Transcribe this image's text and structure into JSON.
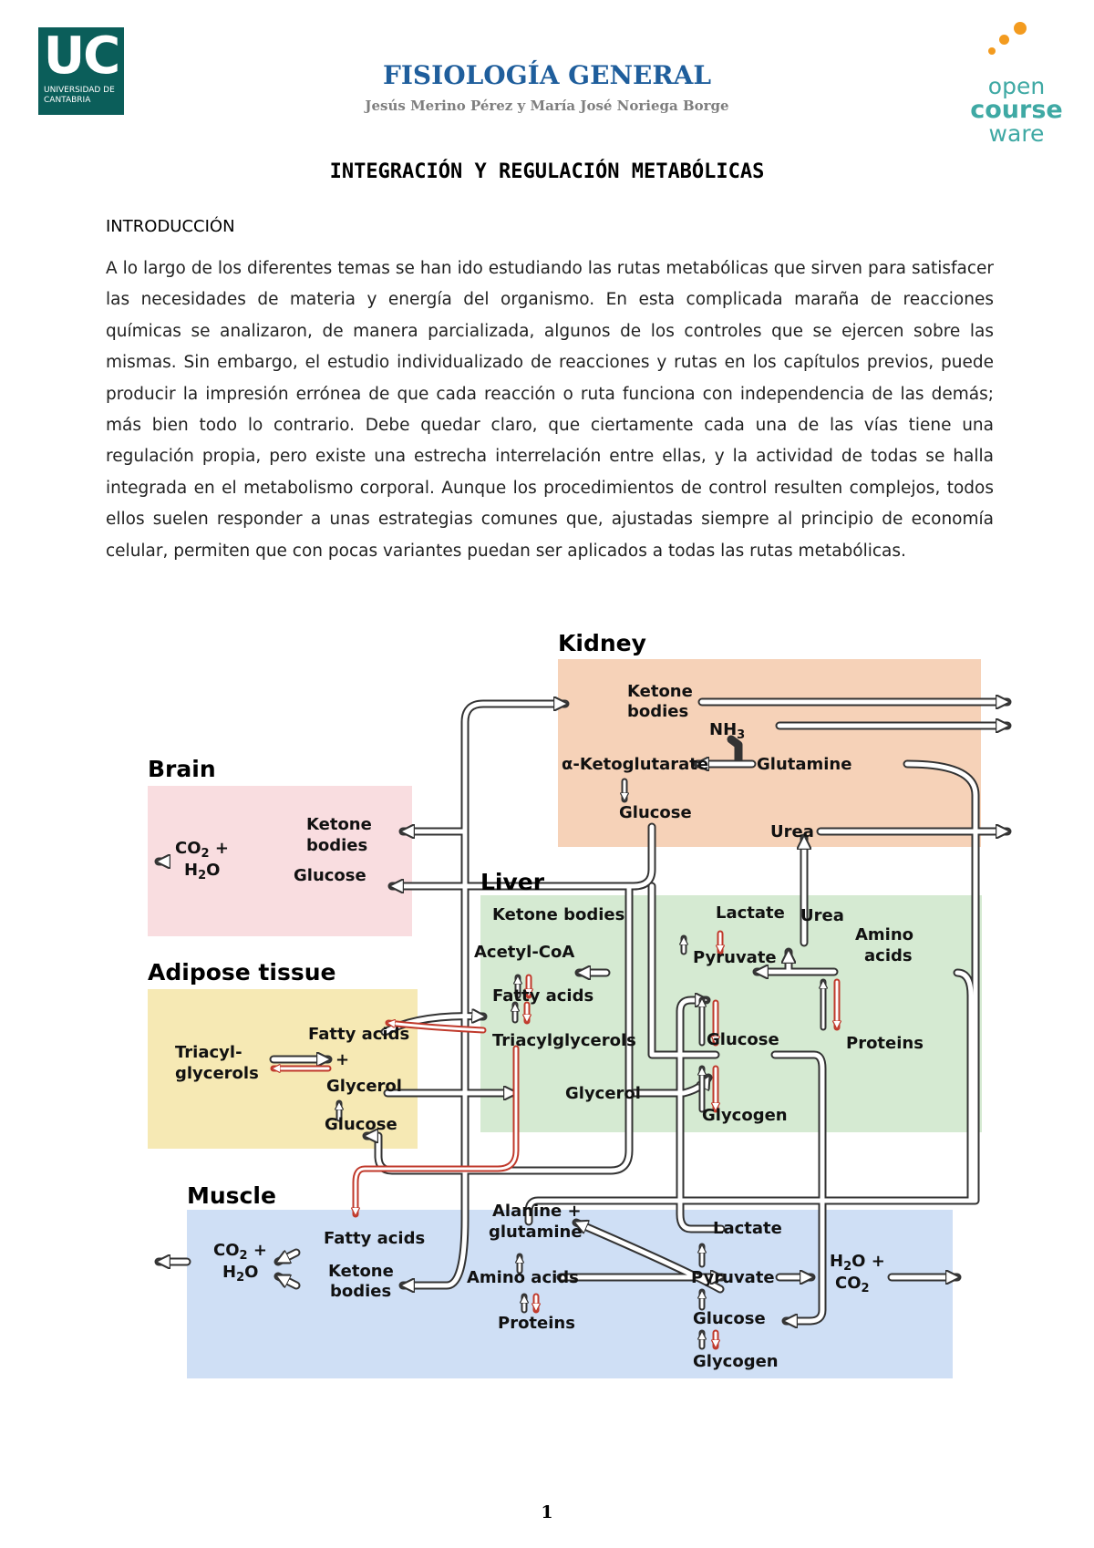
{
  "header": {
    "uc_logo": {
      "mark": "UC",
      "subtitle": "UNIVERSIDAD DE CANTABRIA",
      "color": "#0b5e5a"
    },
    "title": "FISIOLOGÍA GENERAL",
    "authors": "Jesús Merino Pérez y María José Noriega Borge",
    "ocw_logo": {
      "line1": "open",
      "line2": "course",
      "line3": "ware",
      "text_color": "#3fa9a4",
      "dot_color": "#f39b1f"
    },
    "title_color": "#1f5e9c"
  },
  "document": {
    "title": "INTEGRACIÓN Y REGULACIÓN METABÓLICAS",
    "section": "INTRODUCCIÓN",
    "paragraph": "A lo largo de los diferentes temas se han ido estudiando las rutas metabólicas que sirven para satisfacer las necesidades de materia y energía del organismo. En esta complicada maraña de reacciones químicas se analizaron, de manera parcializada, algunos de los controles que se ejercen sobre las mismas. Sin embargo, el estudio individualizado de reacciones y rutas en los capítulos previos, puede producir la impresión errónea de que cada reacción o ruta funciona con independencia de las demás; más bien todo lo contrario. Debe quedar claro, que ciertamente cada una de las vías tiene una regulación propia, pero existe una estrecha interrelación entre ellas, y la actividad de todas se halla integrada en el metabolismo corporal. Aunque los procedimientos de control resulten complejos, todos ellos suelen responder a unas estrategias comunes que, ajustadas siempre al principio de economía celular, permiten que con pocas variantes puedan ser aplicados a todas las rutas metabólicas."
  },
  "figure": {
    "colors": {
      "kidney": "#f6d2b8",
      "brain": "#f9dde0",
      "adipose": "#f6e9b4",
      "liver": "#d5ead2",
      "muscle": "#cfdff5",
      "arrow_outline": "#333333",
      "regulation_arrow": "#c0392b"
    },
    "tissues": {
      "kidney": "Kidney",
      "brain": "Brain",
      "adipose": "Adipose tissue",
      "liver": "Liver",
      "muscle": "Muscle"
    },
    "kidney": {
      "ketone_1": "Ketone",
      "ketone_2": "bodies",
      "nh3": "NH",
      "nh3_sub": "3",
      "ketoglutarate": "α-Ketoglutarate",
      "glutamine": "Glutamine",
      "glucose": "Glucose",
      "urea": "Urea"
    },
    "brain": {
      "ketone_1": "Ketone",
      "ketone_2": "bodies",
      "co2": "CO",
      "co2_sub": "2",
      "co2_plus": " +",
      "h2o": "H",
      "h2o_sub": "2",
      "h2o_o": "O",
      "glucose": "Glucose"
    },
    "adipose": {
      "fatty_acids": "Fatty acids",
      "triacyl_1": "Triacyl-",
      "triacyl_2": "glycerols",
      "plus": "+",
      "glycerol": "Glycerol",
      "glucose": "Glucose"
    },
    "liver": {
      "ketone_bodies": "Ketone bodies",
      "acetyl_coa": "Acetyl-CoA",
      "fatty_acids": "Fatty acids",
      "triacylglycerols": "Triacylglycerols",
      "glycerol": "Glycerol",
      "lactate": "Lactate",
      "urea": "Urea",
      "pyruvate": "Pyruvate",
      "amino_1": "Amino",
      "amino_2": "acids",
      "glucose": "Glucose",
      "proteins": "Proteins",
      "glycogen": "Glycogen"
    },
    "muscle": {
      "co2": "CO",
      "co2_sub": "2",
      "co2_plus": " +",
      "h2o": "H",
      "h2o_sub": "2",
      "h2o_o": "O",
      "fatty_acids": "Fatty acids",
      "ketone_1": "Ketone",
      "ketone_2": "bodies",
      "alanine_1": "Alanine +",
      "alanine_2": "glutamine",
      "amino_acids": "Amino acids",
      "proteins": "Proteins",
      "lactate": "Lactate",
      "pyruvate": "Pyruvate",
      "glucose": "Glucose",
      "glycogen": "Glycogen",
      "out_h2o": "H",
      "out_h2o_sub": "2",
      "out_h2o_o": "O +",
      "out_co2": "CO",
      "out_co2_sub": "2"
    }
  },
  "page_number": "1"
}
